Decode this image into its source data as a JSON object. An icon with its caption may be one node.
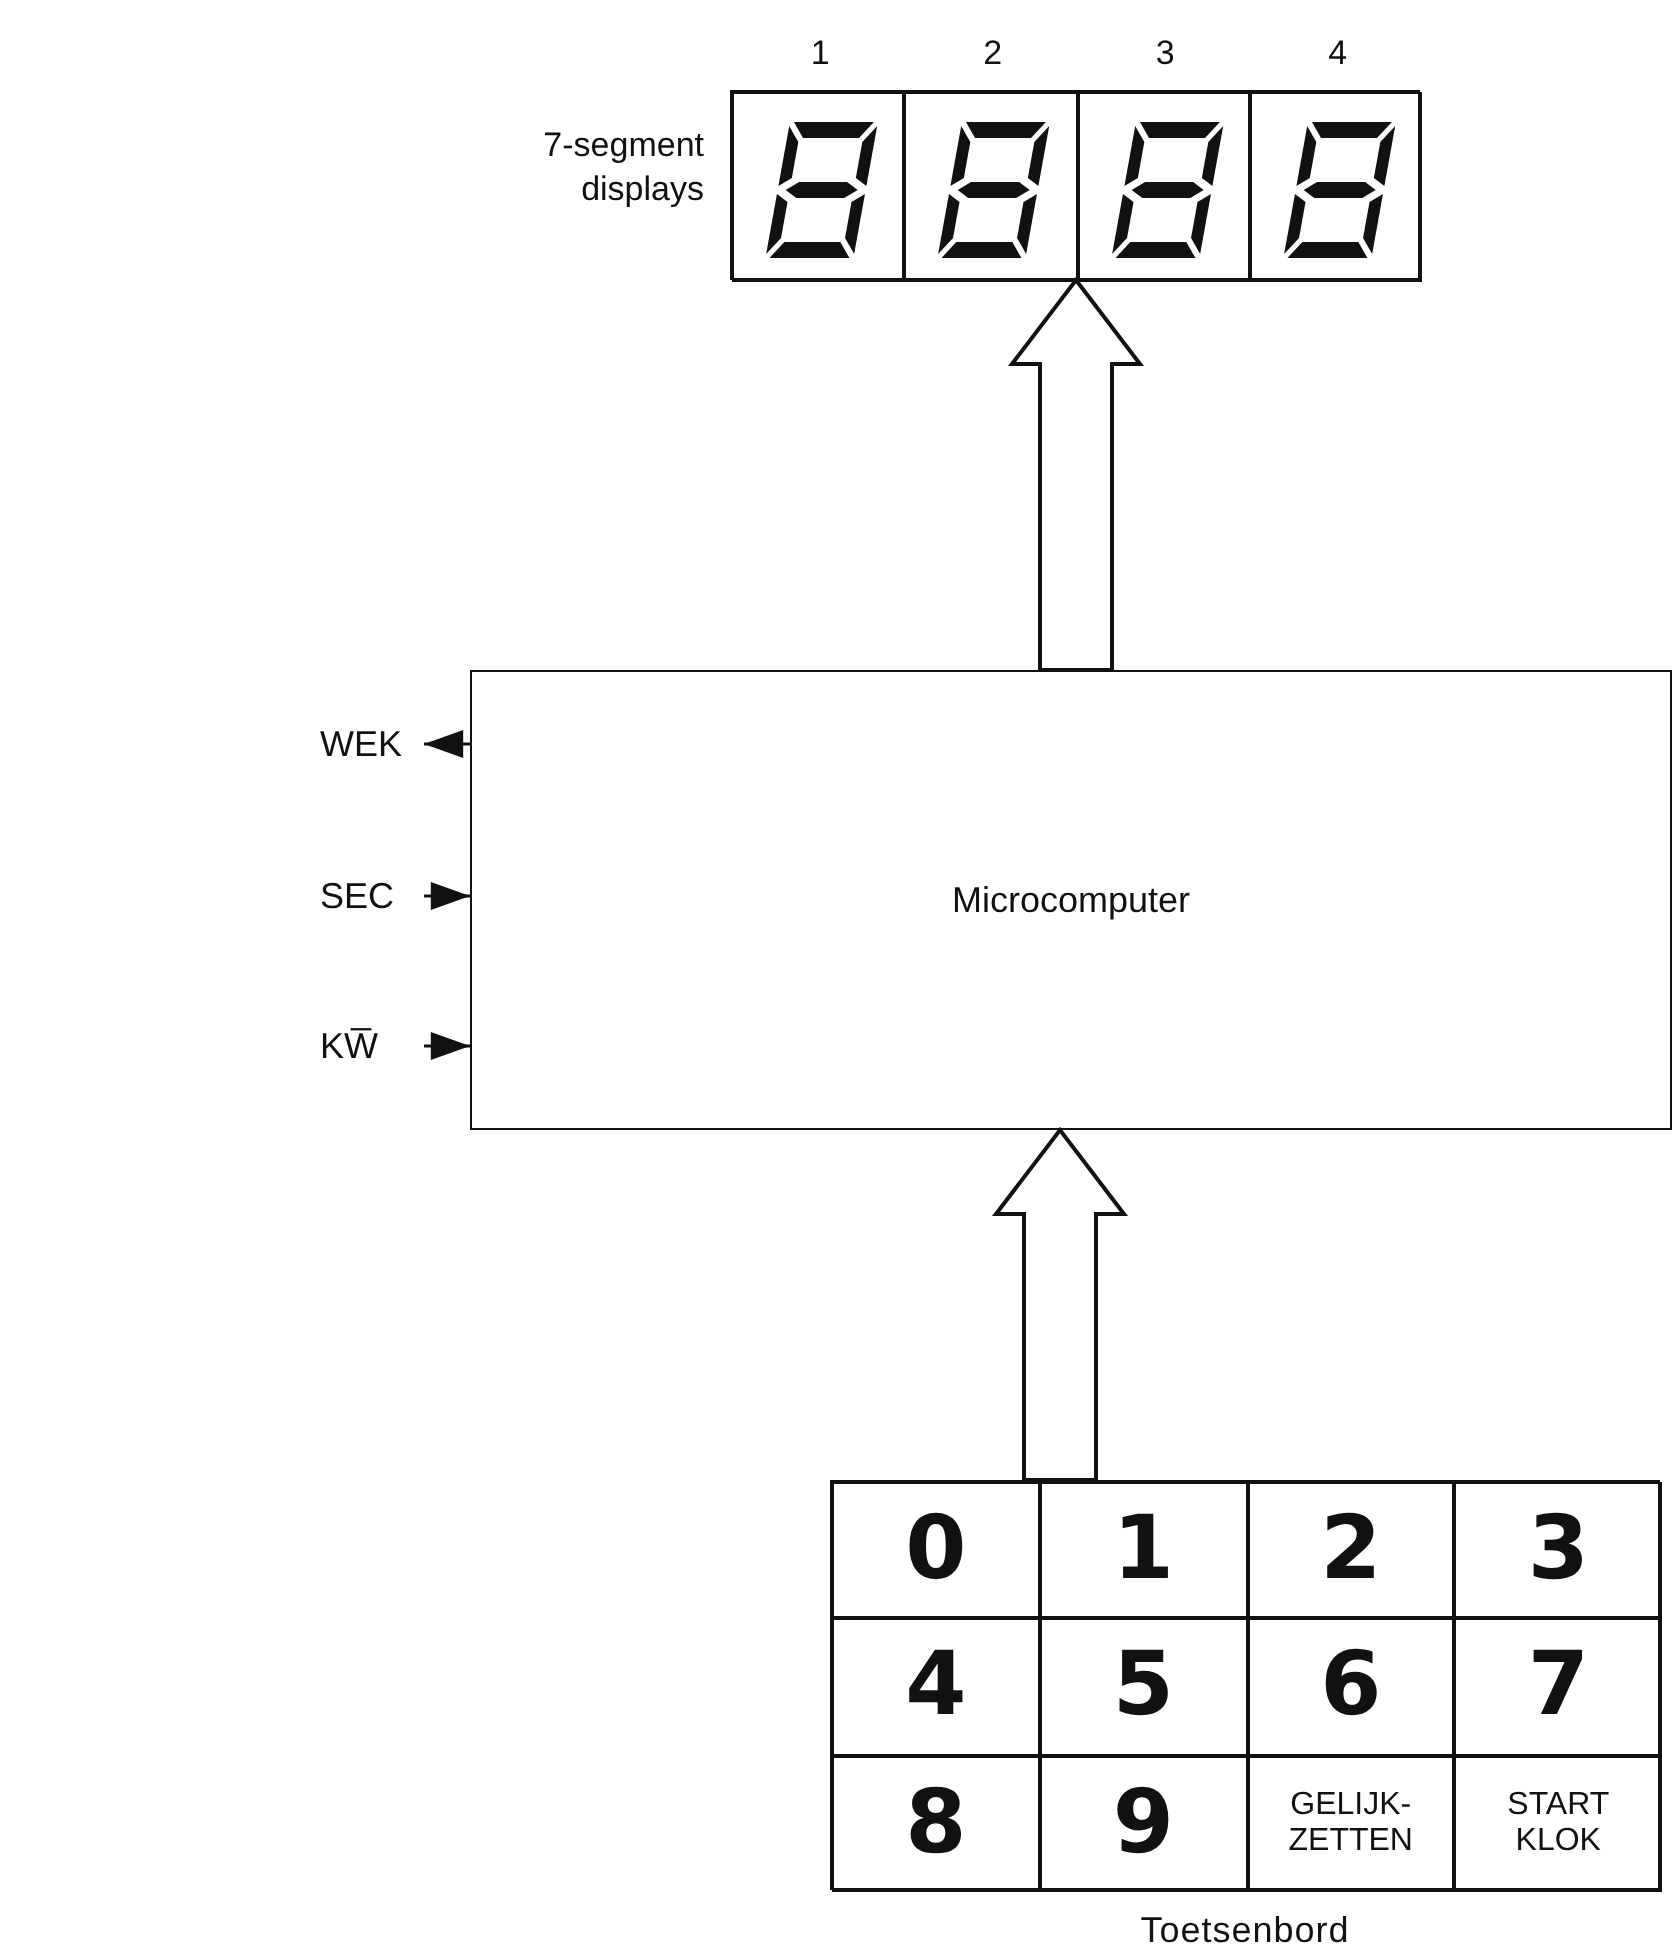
{
  "diagram": {
    "nodes": [
      {
        "text": [],
        "shape": "box",
        "beside": [
          "7-segment displays"
        ]
      },
      {
        "text": [
          "1"
        ],
        "in": 0
      },
      {
        "text": [
          "2"
        ],
        "in": 0
      },
      {
        "text": [
          "3"
        ],
        "in": 0
      },
      {
        "text": [
          "4"
        ],
        "in": 0
      },
      {
        "text": [
          "Microcomputer"
        ]
      },
      {
        "text": [
          "WEK"
        ]
      },
      {
        "text": [
          "SEC"
        ]
      },
      {
        "text": [
          "KW̅"
        ]
      },
      {
        "text": [],
        "shape": "box",
        "beside": [
          "Toetsenbord"
        ]
      },
      {
        "text": [
          "0"
        ],
        "in": 9
      },
      {
        "text": [
          "1"
        ],
        "in": 9
      },
      {
        "text": [
          "2"
        ],
        "in": 9
      },
      {
        "text": [
          "3"
        ],
        "in": 9
      },
      {
        "text": [
          "4"
        ],
        "in": 9
      },
      {
        "text": [
          "5"
        ],
        "in": 9
      },
      {
        "text": [
          "6"
        ],
        "in": 9
      },
      {
        "text": [
          "7"
        ],
        "in": 9
      },
      {
        "text": [
          "8"
        ],
        "in": 9
      },
      {
        "text": [
          "9"
        ],
        "in": 9
      },
      {
        "text": [
          "GELIJK- ZETTEN"
        ],
        "in": 9
      },
      {
        "text": [
          "START KLOK"
        ],
        "in": 9
      }
    ],
    "edges": [
      {
        "from": 5,
        "to": 0,
        "arrow": "to",
        "style": "thick"
      },
      {
        "from": 9,
        "to": 5,
        "arrow": "to",
        "style": "thick"
      },
      {
        "from": 5,
        "to": 6,
        "arrow": "to"
      },
      {
        "from": 7,
        "to": 5,
        "arrow": "to"
      },
      {
        "from": 8,
        "to": 5,
        "arrow": "to"
      }
    ]
  }
}
